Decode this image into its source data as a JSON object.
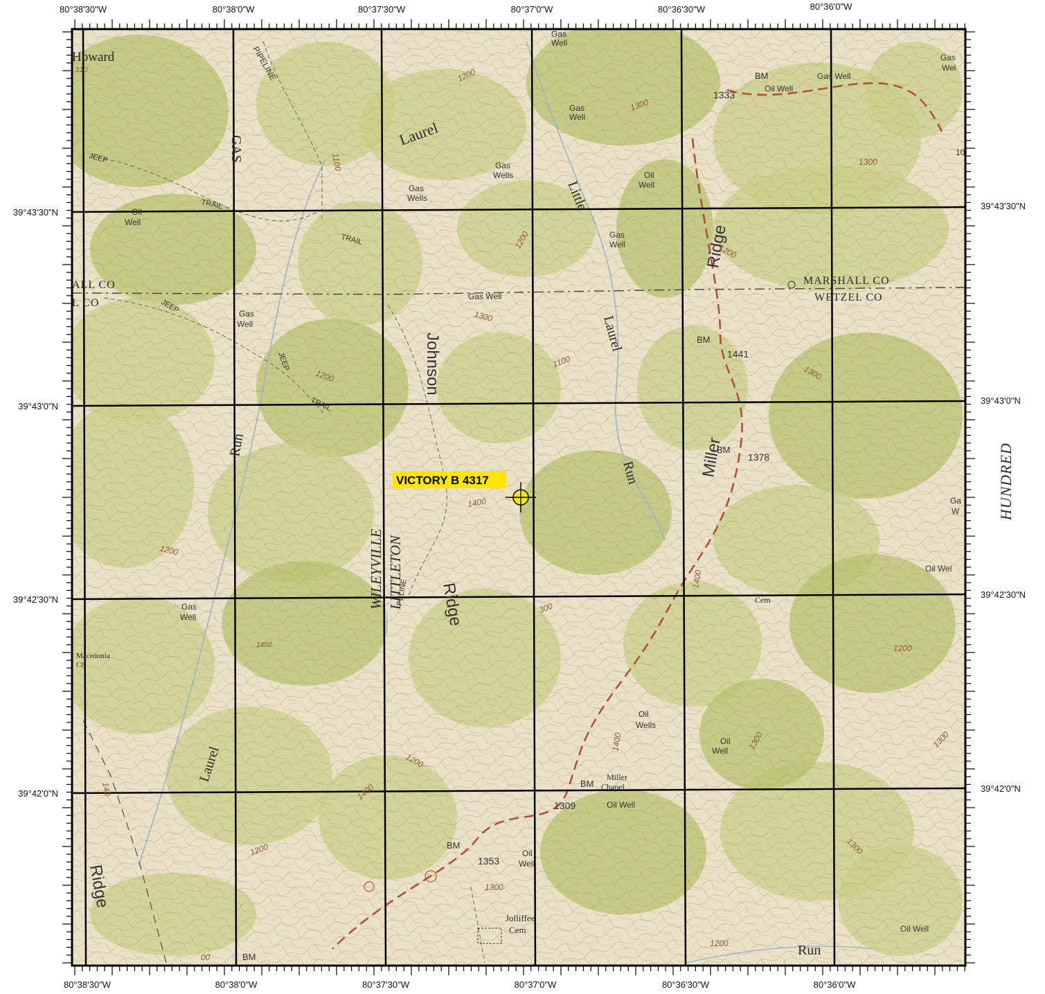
{
  "colors": {
    "map_background": "#e9e2c8",
    "vegetation": "#c9d08a",
    "vegetation_dark": "#b7c372",
    "contour": "#b98a5c",
    "grid": "#000000",
    "road": "#b0503a",
    "marker": "#ffe600",
    "label_bg": "#ffe600"
  },
  "coordinates": {
    "top_longitudes": [
      "80°38'30\"W",
      "80°38'0\"W",
      "80°37'30\"W",
      "80°37'0\"W",
      "80°36'30\"W",
      "80°36'0\"W"
    ],
    "bottom_longitudes": [
      "80°38'30\"W",
      "80°38'0\"W",
      "80°37'30\"W",
      "80°37'0\"W",
      "80°36'30\"W",
      "80°36'0\"W"
    ],
    "left_latitudes": [
      "39°43'30\"N",
      "39°43'0\"N",
      "39°42'30\"N",
      "39°42'0\"N"
    ],
    "right_latitudes": [
      "39°43'30\"N",
      "39°43'0\"N",
      "39°42'30\"N",
      "39°42'0\"N"
    ]
  },
  "well": {
    "label": "VICTORY B 4317",
    "icon": "crosshair-target-icon"
  },
  "side_label": "HUNDRED",
  "boundaries": {
    "county_north_1": "MARSHALL CO",
    "county_south_1": "WETZEL CO",
    "county_north_2": "ALL CO",
    "county_south_2": "L CO",
    "district_west": "WILEYVILLE",
    "district_east": "LITTLETON"
  },
  "features": {
    "howard": "Howard",
    "gas": "GAS",
    "pipeline": "PIPELINE",
    "pipeline_2": "PELINE",
    "jeep": "JEEP",
    "trail": "TRAIL",
    "laurel_top": "Laurel",
    "little": "Little",
    "laurel_mid": "Laurel",
    "run_mid": "Run",
    "johnson": "Johnson",
    "ridge_johnson": "Ridge",
    "miller_ridge": "Miller",
    "ridge_miller_top": "Ridge",
    "run_west": "Run",
    "laurel_west": "Laurel",
    "ridge_sw": "Ridge",
    "run_bottom": "Run",
    "macedonia": "Macedonia",
    "macedonia_ch": "Ch",
    "miller_chapel_1": "Miller",
    "miller_chapel_2": "Chapel",
    "cem_east": "Cem",
    "jolliffee_1": "Jolliffee",
    "jolliffee_2": "Cem",
    "gas_well": "Gas Well",
    "gas_wells": "Gas Wells",
    "oil_well": "Oil Well",
    "oil_wells": "Oil Wells",
    "bm": "BM",
    "gas_top_1": "Gas",
    "well_word": "Well",
    "wells_word": "Wells",
    "oil_word": "Oil",
    "ga_w_1": "Ga",
    "ga_w_2": "W",
    "gas_right_1": "Gas",
    "gas_right_2": "Wel",
    "oil_wel": "Oil Wel"
  },
  "elevations": {
    "e1333": "1333",
    "e1441": "1441",
    "e1378": "1378",
    "e1309": "1309",
    "e1353": "1353",
    "e1310": "310",
    "e1450": "1450",
    "c1100": "1100",
    "c1200": "1200",
    "c1300": "1300",
    "c1400": "1400",
    "c10": "10",
    "c00": "00",
    "c300": "300",
    "c140": "140"
  }
}
